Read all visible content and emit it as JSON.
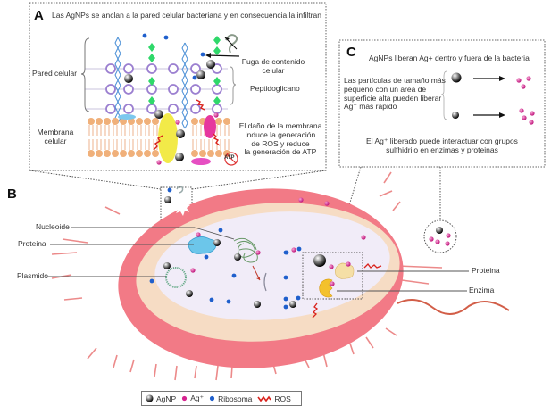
{
  "panel_a": {
    "letter": "A",
    "title": "Las AgNPs se anclan a la pared celular bacteriana y en consecuencia la infiltran",
    "labels": {
      "cell_wall": "Pared celular",
      "leak_line1": "Fuga de contenido",
      "leak_line2": "celular",
      "peptidoglycan": "Peptidoglicano",
      "membrane_line1": "Membrana",
      "membrane_line2": "celular",
      "damage_line1": "El daño de la membrana",
      "damage_line2": "induce la generación",
      "damage_line3": "de ROS y reduce",
      "damage_line4": "la generación de ATP",
      "atp": "ATP"
    }
  },
  "panel_b": {
    "letter": "B",
    "labels": {
      "nucleoid": "Nucleoide",
      "protein_left": "Proteina",
      "plasmid": "Plasmido",
      "protein_right": "Proteina",
      "enzyme": "Enzima"
    }
  },
  "panel_c": {
    "letter": "C",
    "title": "AgNPs liberan Ag+ dentro y fuera de la bacteria",
    "particles_line1": "Las partículas de tamaño más",
    "particles_line2": "pequeño con un área de",
    "particles_line3": "superficie alta pueden liberar",
    "particles_line4": "Ag⁺ más rápido",
    "interact_line1": "El Ag⁺ liberado puede interactuar con grupos",
    "interact_line2": "sulfhidrilo en enzimas y proteinas"
  },
  "legend": {
    "items": [
      {
        "icon": "agnp-sphere-icon",
        "label": "AgNP"
      },
      {
        "icon": "ag-ion-dot-icon",
        "label": "Ag⁺"
      },
      {
        "icon": "ribosome-dot-icon",
        "label": "Ribosoma"
      },
      {
        "icon": "ros-zigzag-icon",
        "label": "ROS"
      }
    ]
  },
  "colors": {
    "cell_outer": "#f27a86",
    "cell_mid": "#f6dcc4",
    "cell_inner": "#f1ecf8",
    "ag_ion": "#d6238f",
    "ribosome": "#1f5fcc",
    "ros": "#d9221c",
    "peptide_ring": "#9b7fd0",
    "glycan_chain": "#4a8fd6",
    "green_diamond": "#2fd86a",
    "lipid_head": "#f0b07a",
    "membrane_protein": "#f2ea48",
    "protein_blue": "#6cc6ea",
    "enzyme_yellow": "#f3c12c",
    "protein_cream": "#f5dfa6"
  }
}
